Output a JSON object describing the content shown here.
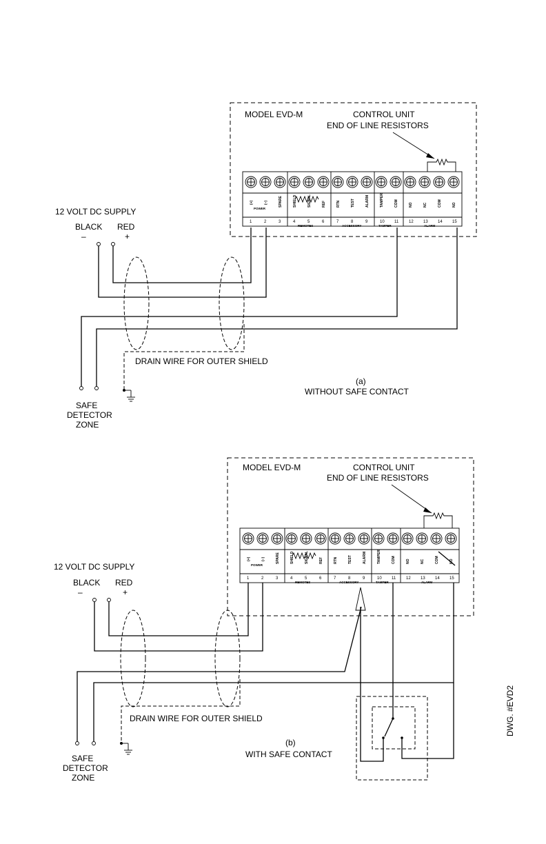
{
  "diagram_a": {
    "model": "MODEL EVD-M",
    "control_unit": "CONTROL UNIT",
    "eol_resistors": "END OF LINE RESISTORS",
    "supply": "12 VOLT DC SUPPLY",
    "black": "BLACK",
    "red": "RED",
    "minus": "–",
    "plus": "+",
    "drain": "DRAIN WIRE FOR OUTER SHIELD",
    "zone": [
      "SAFE",
      "DETECTOR",
      "ZONE"
    ],
    "caption_letter": "(a)",
    "caption": "WITHOUT SAFE CONTACT"
  },
  "diagram_b": {
    "model": "MODEL EVD-M",
    "control_unit": "CONTROL UNIT",
    "eol_resistors": "END OF LINE RESISTORS",
    "supply": "12 VOLT DC SUPPLY",
    "black": "BLACK",
    "red": "RED",
    "minus": "–",
    "plus": "+",
    "drain": "DRAIN WIRE FOR OUTER SHIELD",
    "zone": [
      "SAFE",
      "DETECTOR",
      "ZONE"
    ],
    "caption_letter": "(b)",
    "caption": "WITH SAFE CONTACT"
  },
  "terminal_block": {
    "labels": [
      "(+)",
      "(–)",
      "SPARE",
      "SHIELD",
      "SIGNAL",
      "REF",
      "RTN",
      "TEST",
      "ALARM",
      "TAMPER",
      "COM",
      "NO",
      "NC",
      "COM",
      "NO"
    ],
    "power": "POWER",
    "numbers": [
      "1",
      "2",
      "3",
      "4",
      "5",
      "6",
      "7",
      "8",
      "9",
      "10",
      "11",
      "12",
      "13",
      "14",
      "15"
    ],
    "groups": [
      "REMOTES",
      "ACCESSORY",
      "TAMPER",
      "ALARM"
    ]
  },
  "drawing_number": "DWG. #EVD2"
}
